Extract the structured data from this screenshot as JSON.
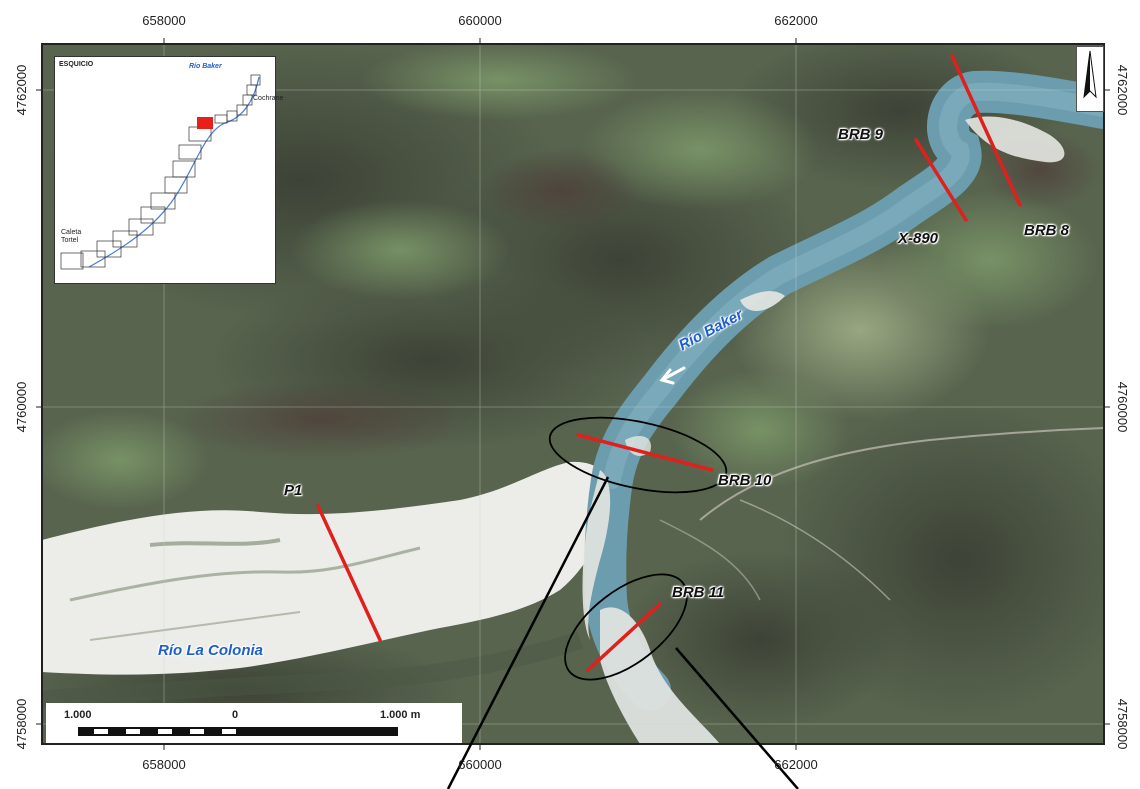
{
  "coordinates": {
    "easting_ticks": [
      "658000",
      "660000",
      "662000"
    ],
    "northing_ticks": [
      "4762000",
      "4760000",
      "4758000"
    ]
  },
  "labels": {
    "river_baker": "Río Baker",
    "river_la_colonia": "Río La Colonia",
    "profiles": {
      "brb8": "BRB 8",
      "brb9": "BRB 9",
      "brb10": "BRB 10",
      "brb11": "BRB 11",
      "x890": "X-890",
      "p1": "P1"
    }
  },
  "inset": {
    "title": "ESQUICIO",
    "river": "Río Baker",
    "town_top": "Cochrane",
    "town_bottom_line1": "Caleta",
    "town_bottom_line2": "Tortel",
    "highlight_color": "#e8201c"
  },
  "scale_bar": {
    "left": "1.000",
    "center": "0",
    "right": "1.000 m"
  },
  "colors": {
    "profile_line": "#e0201c",
    "river_label": "#1f5fc9",
    "water": "#6f9fb0",
    "gravel_bar": "#f2f2ee"
  }
}
